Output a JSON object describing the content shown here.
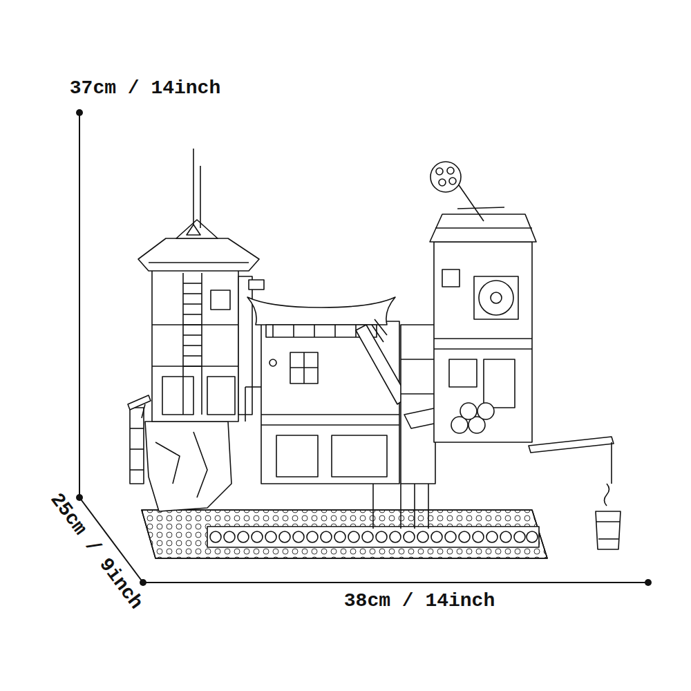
{
  "diagram": {
    "labels": [
      "37cm / 14inch",
      "25cm / 9inch",
      "38cm / 14inch"
    ]
  }
}
